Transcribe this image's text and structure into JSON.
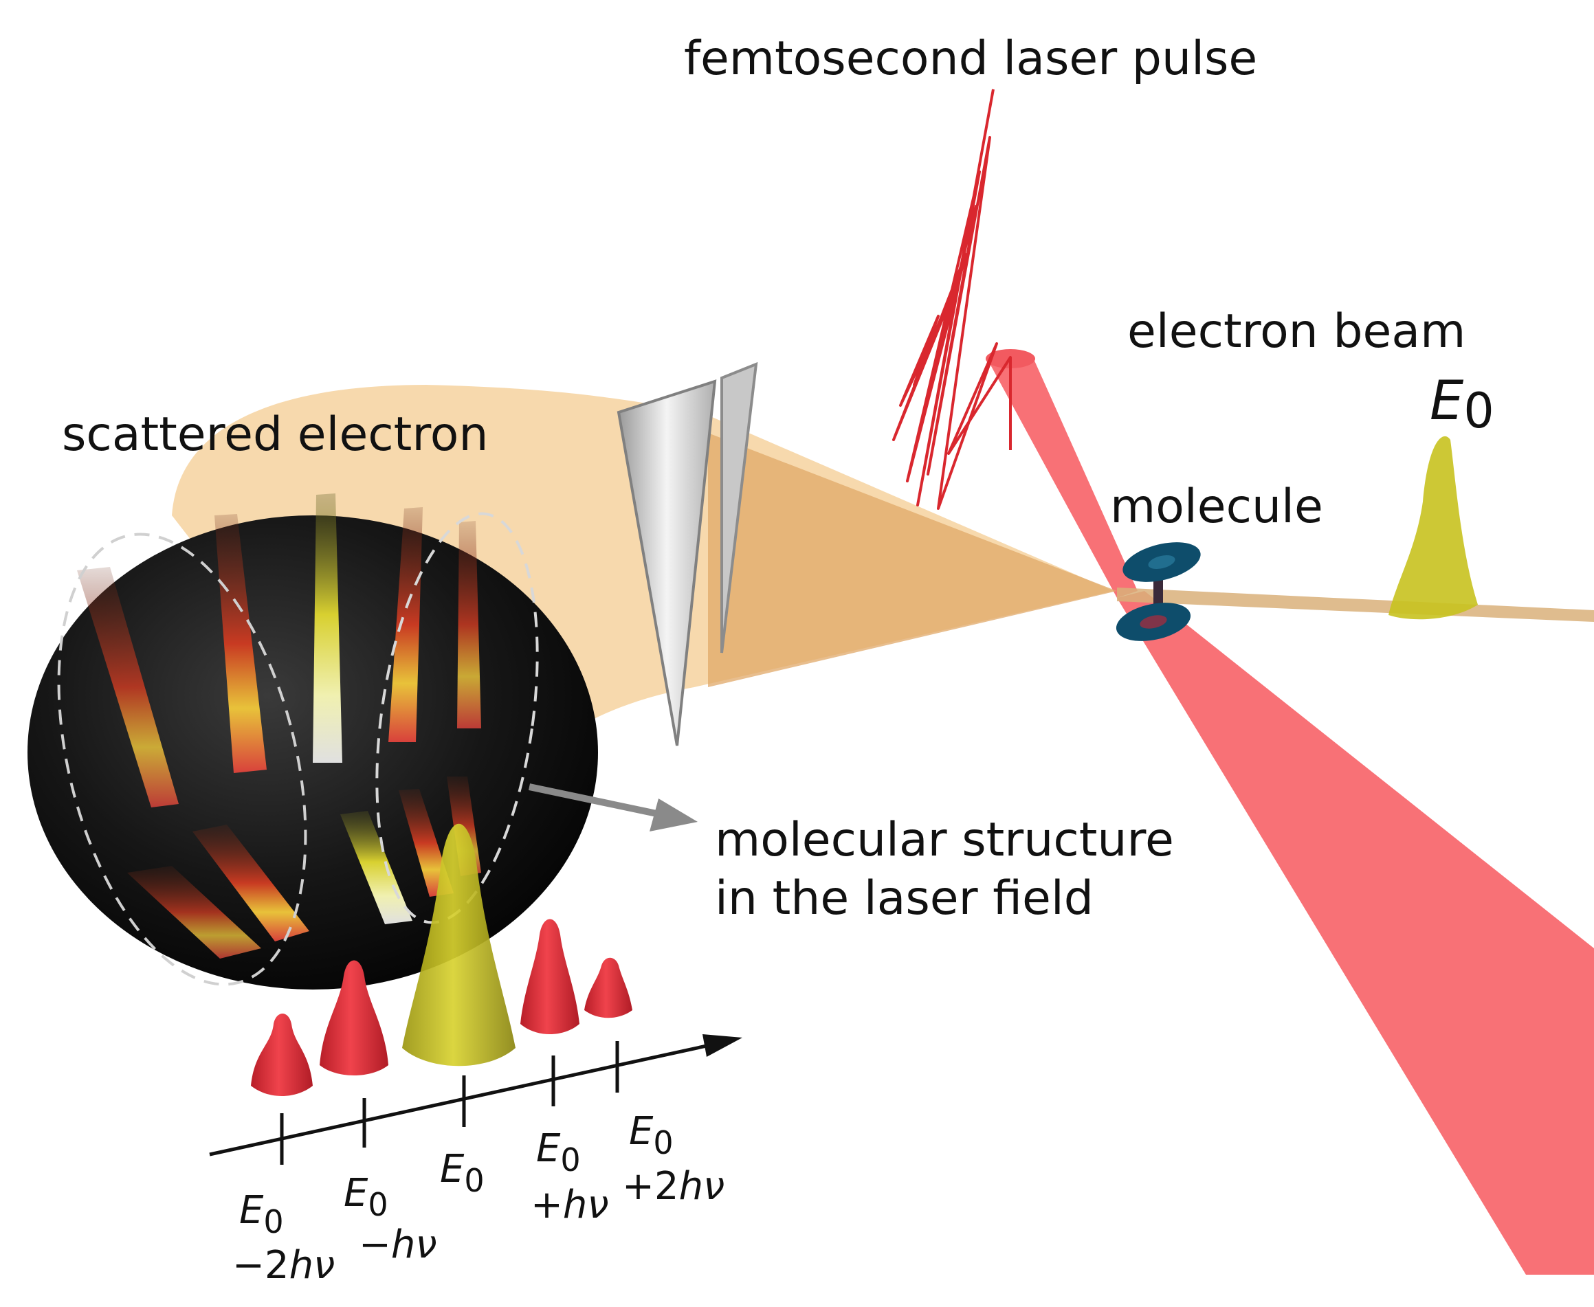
{
  "labels": {
    "femtosecond_laser_pulse": "femtosecond laser pulse",
    "electron_beam": "electron beam",
    "beam_energy_symbol": "E",
    "beam_energy_sub": "0",
    "molecule": "molecule",
    "scattered_electron": "scattered electron",
    "molecular_structure_line1": "molecular structure",
    "molecular_structure_line2": "in the laser field"
  },
  "energy_axis": {
    "ticks": [
      {
        "main": "E",
        "sub": "0",
        "shift": "−2",
        "shift_symbol": "hν"
      },
      {
        "main": "E",
        "sub": "0",
        "shift": "−",
        "shift_symbol": "hν"
      },
      {
        "main": "E",
        "sub": "0",
        "shift": "",
        "shift_symbol": ""
      },
      {
        "main": "E",
        "sub": "0",
        "shift": "+",
        "shift_symbol": "hν"
      },
      {
        "main": "E",
        "sub": "0",
        "shift": "+2",
        "shift_symbol": "hν"
      }
    ]
  },
  "colors": {
    "laser_beam": "#f7585e",
    "laser_pulse": "#d9272e",
    "scattered_cone": "#f4c98a",
    "detector_sphere": "#141414",
    "central_peak": "#c8c21f",
    "sideband_peak": "#e0303a",
    "molecule_atom": "#0e4d6b",
    "arrow_gray": "#8a8a8a"
  }
}
